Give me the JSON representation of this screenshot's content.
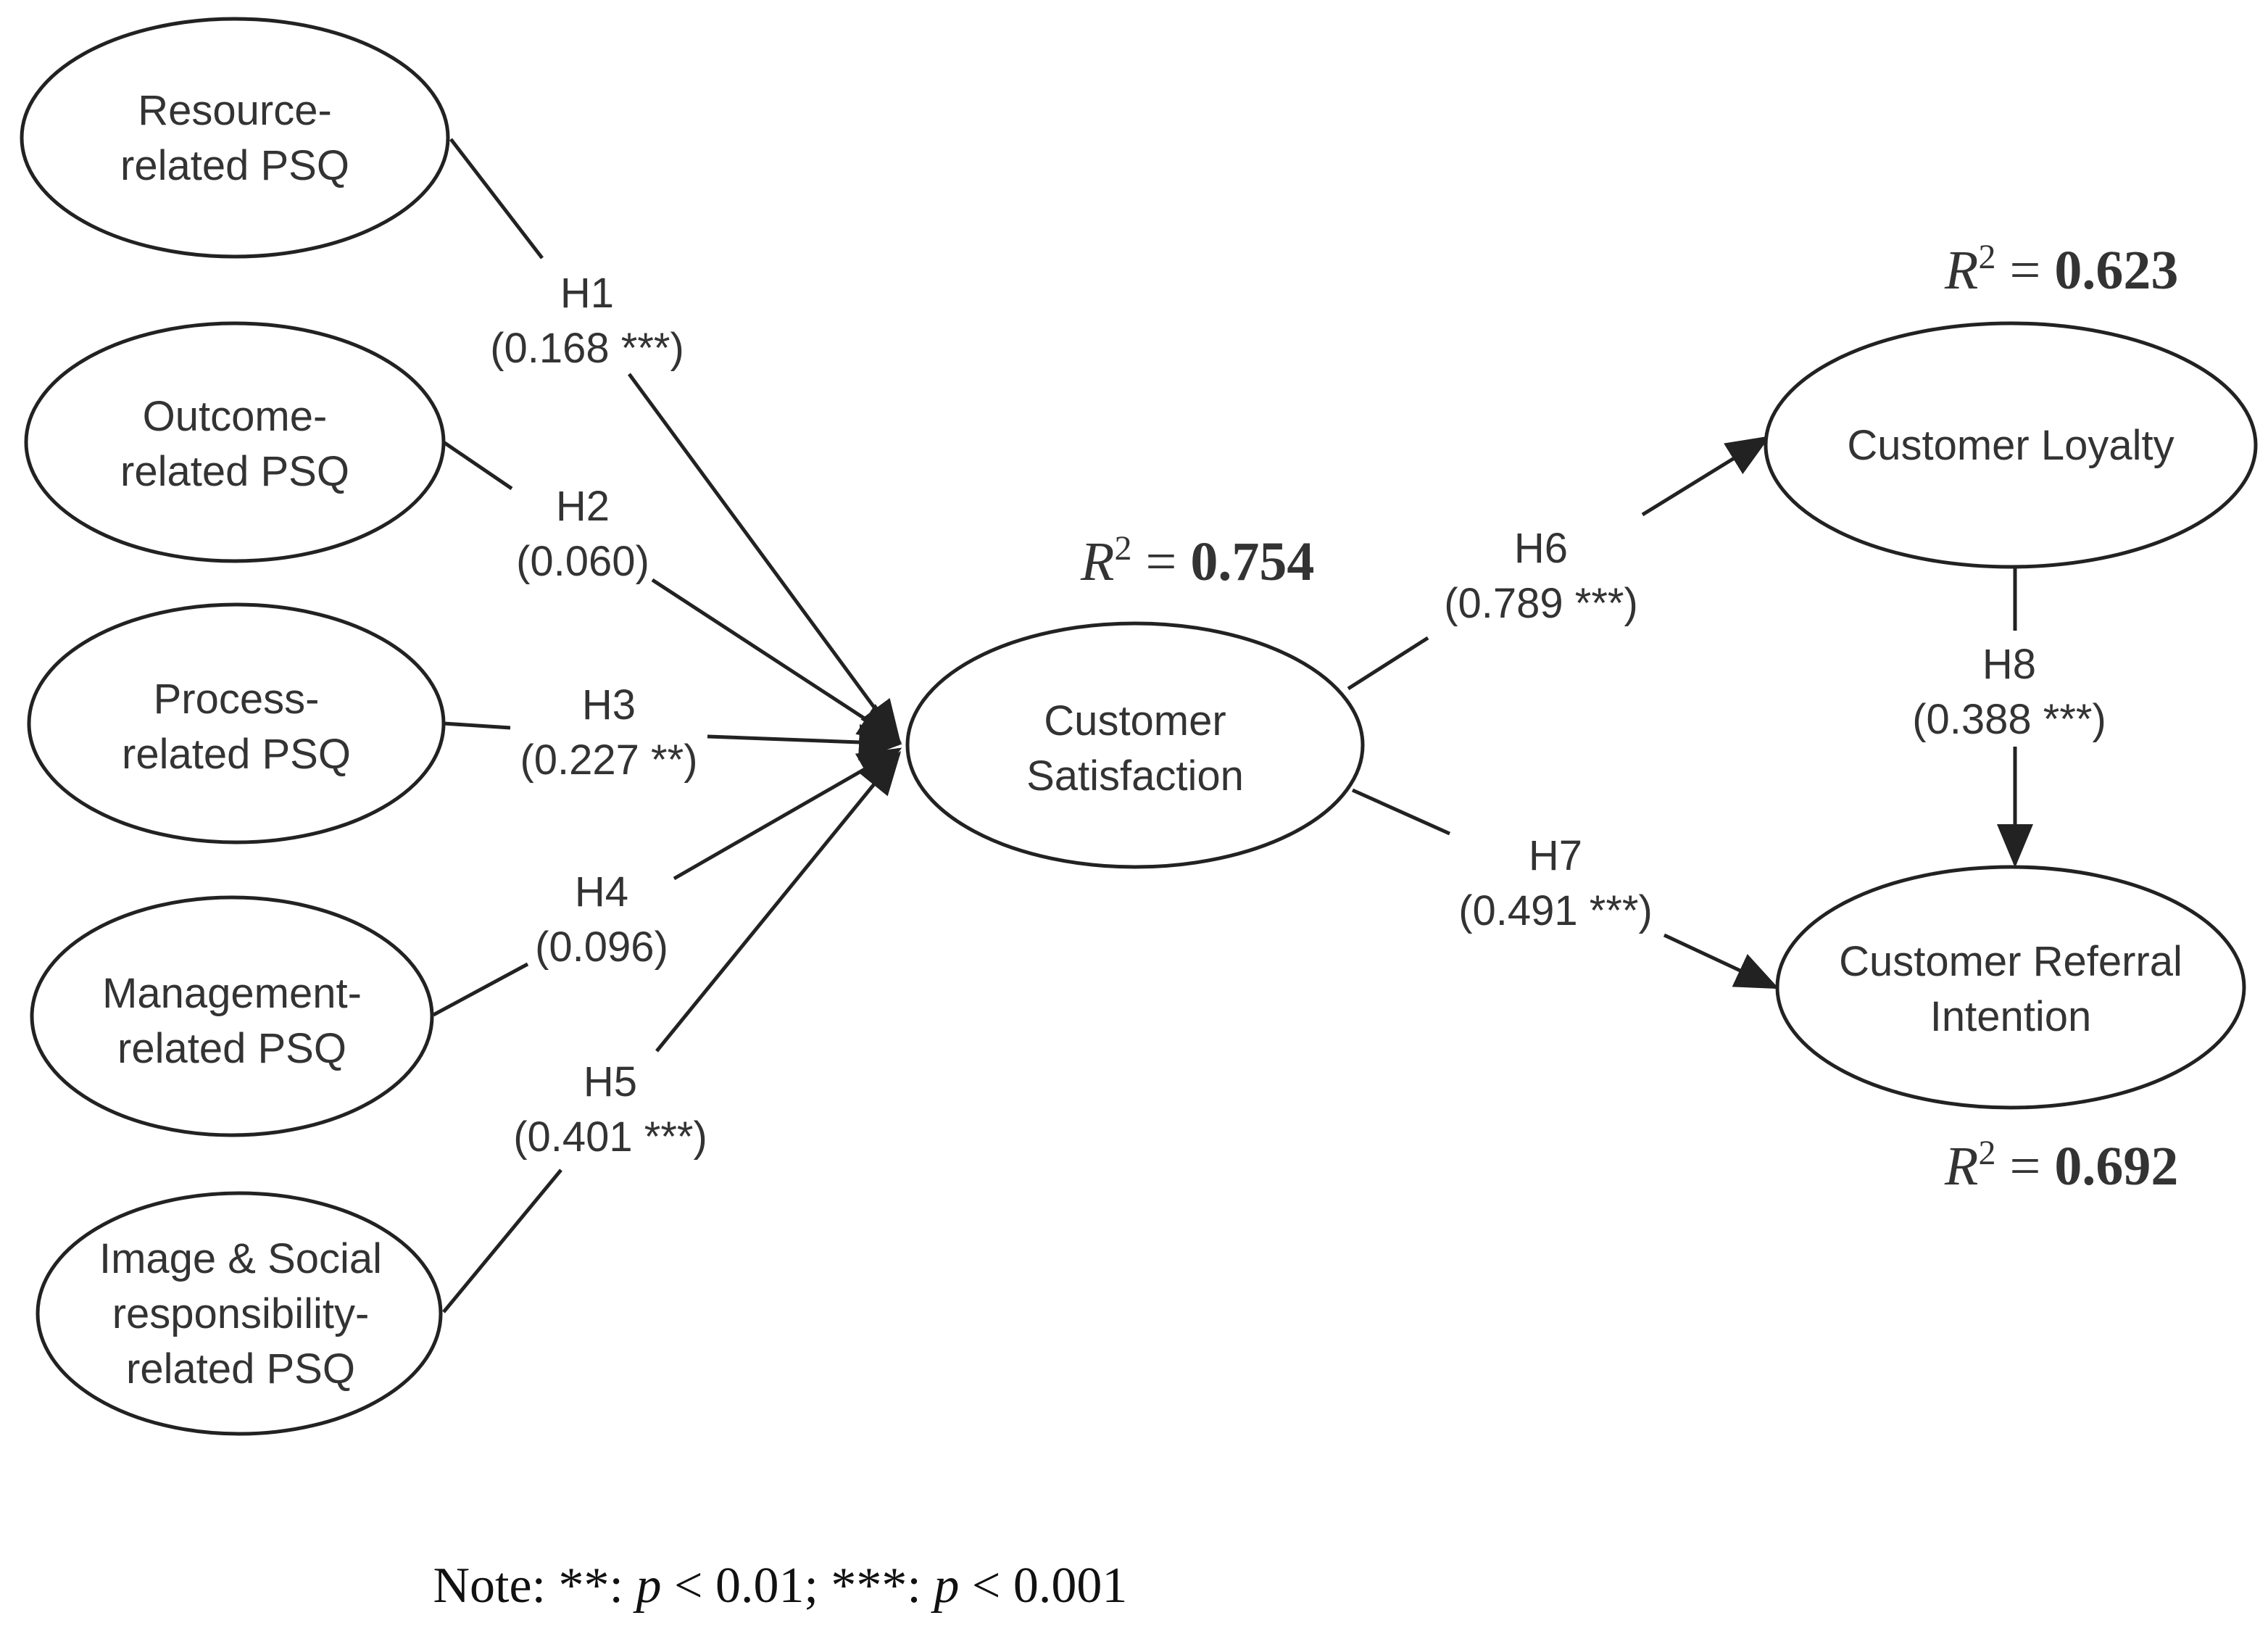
{
  "nodes": {
    "resource_psq": [
      "Resource-",
      "related PSQ"
    ],
    "outcome_psq": [
      "Outcome-",
      "related PSQ"
    ],
    "process_psq": [
      "Process-",
      "related PSQ"
    ],
    "management_psq": [
      "Management-",
      "related PSQ"
    ],
    "image_psq": [
      "Image & Social",
      "responsibility-",
      "related PSQ"
    ],
    "satisfaction": [
      "Customer",
      "Satisfaction"
    ],
    "loyalty": [
      "Customer Loyalty"
    ],
    "referral": [
      "Customer Referral",
      "Intention"
    ]
  },
  "paths": {
    "h1": {
      "label": "H1",
      "coef": "(0.168 ***)"
    },
    "h2": {
      "label": "H2",
      "coef": "(0.060)"
    },
    "h3": {
      "label": "H3",
      "coef": "(0.227 **)"
    },
    "h4": {
      "label": "H4",
      "coef": "(0.096)"
    },
    "h5": {
      "label": "H5",
      "coef": "(0.401 ***)"
    },
    "h6": {
      "label": "H6",
      "coef": "(0.789 ***)"
    },
    "h7": {
      "label": "H7",
      "coef": "(0.491 ***)"
    },
    "h8": {
      "label": "H8",
      "coef": "(0.388 ***)"
    }
  },
  "r_squared": {
    "symbol": "R",
    "exponent": "2",
    "equals": " = ",
    "satisfaction": "0.754",
    "loyalty": "0.623",
    "referral": "0.692"
  },
  "note": {
    "prefix": "Note: **: ",
    "p1": "p",
    "mid": " < 0.01; ***: ",
    "p2": "p",
    "suffix": " < 0.001"
  }
}
